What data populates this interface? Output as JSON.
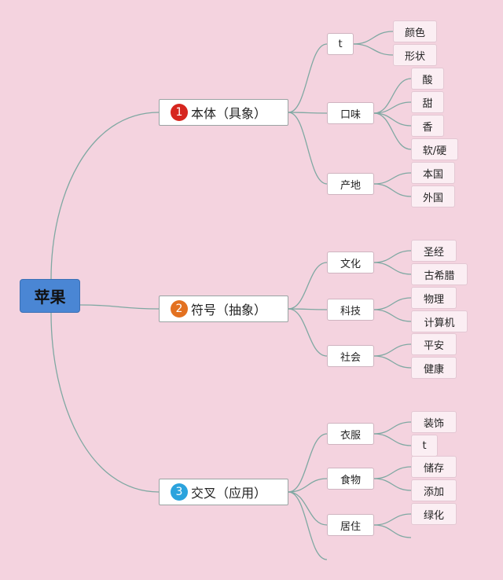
{
  "root": {
    "label": "苹果"
  },
  "colors": {
    "badge1": "#d6261f",
    "badge2": "#e37120",
    "badge3": "#2ba3dd",
    "line": "#7fa8a2"
  },
  "branches": [
    {
      "num": "1",
      "label": "本体（具象）",
      "children": [
        {
          "label": "t",
          "leaves": [
            "颜色",
            "形状"
          ]
        },
        {
          "label": "口味",
          "leaves": [
            "酸",
            "甜",
            "香",
            "软/硬"
          ]
        },
        {
          "label": "产地",
          "leaves": [
            "本国",
            "外国"
          ]
        }
      ]
    },
    {
      "num": "2",
      "label": "符号（抽象）",
      "children": [
        {
          "label": "文化",
          "leaves": [
            "圣经",
            "古希腊"
          ]
        },
        {
          "label": "科技",
          "leaves": [
            "物理",
            "计算机"
          ]
        },
        {
          "label": "社会",
          "leaves": [
            "平安",
            "健康"
          ]
        }
      ]
    },
    {
      "num": "3",
      "label": "交叉（应用）",
      "children": [
        {
          "label": "衣服",
          "leaves": [
            "装饰",
            "t"
          ]
        },
        {
          "label": "食物",
          "leaves": [
            "储存",
            "添加"
          ]
        },
        {
          "label": "居住",
          "leaves": [
            "绿化"
          ]
        }
      ]
    }
  ]
}
